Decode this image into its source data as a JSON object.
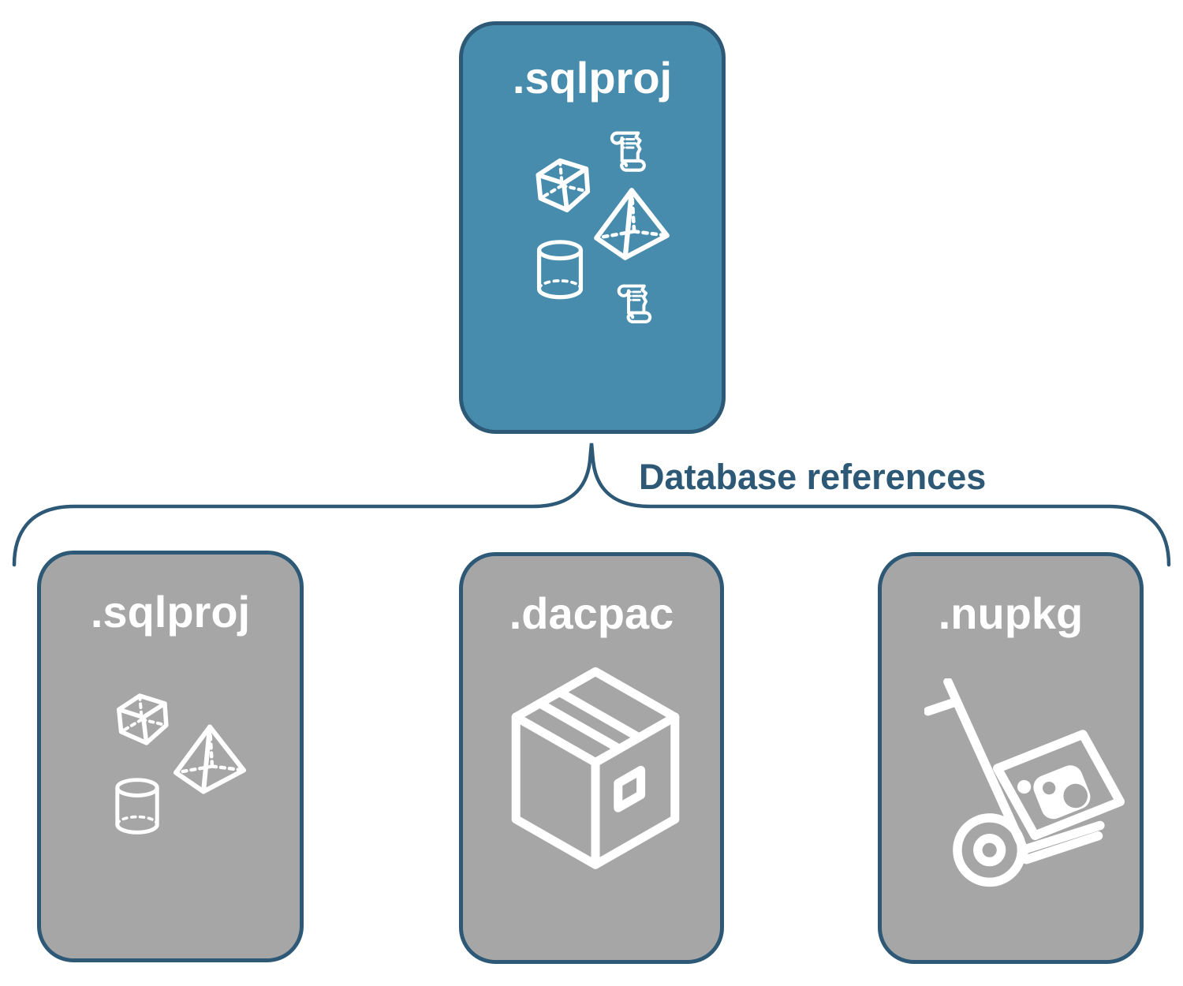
{
  "diagram": {
    "root_card": {
      "title": ".sqlproj",
      "icons": [
        "scroll-icon",
        "cube-icon",
        "pyramid-icon",
        "cylinder-icon",
        "scroll-icon"
      ]
    },
    "connector_label": "Database references",
    "child_cards": [
      {
        "title": ".sqlproj",
        "icons": [
          "cube-icon",
          "pyramid-icon",
          "cylinder-icon"
        ]
      },
      {
        "title": ".dacpac",
        "icons": [
          "package-box-icon"
        ]
      },
      {
        "title": ".nupkg",
        "icons": [
          "nuget-handtruck-icon"
        ]
      }
    ],
    "colors": {
      "accent": "#478CAD",
      "gray": "#A6A6A6",
      "line": "#2D5977",
      "icon": "#FFFFFF"
    }
  }
}
